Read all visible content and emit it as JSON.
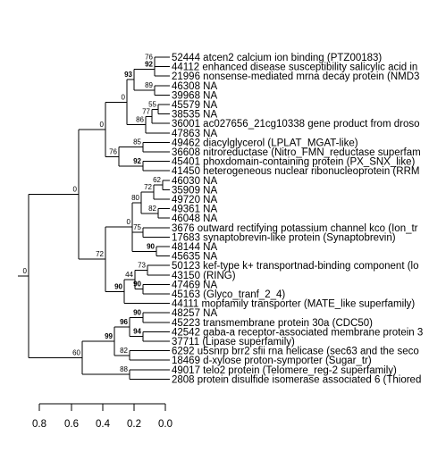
{
  "leaves": [
    "52444 atcen2 calcium ion binding (PTZ00183)",
    "44112 enhanced disease susceptibility salicylic acid in",
    "21996 nonsense-mediated mrna decay protein (NMD3",
    "46308 NA",
    "39968 NA",
    "45579 NA",
    "38535 NA",
    "36001 ac027656_21cg10338 gene product from droso",
    "47863 NA",
    "49462 diacylglycerol (LPLAT_MGAT-like)",
    "36608 nitroreductase (Nitro_FMN_reductase superfam",
    "45401 phoxdomain-containing protein (PX_SNX_like)",
    "41450 heterogeneous nuclear ribonucleoprotein (RRM",
    "46030 NA",
    "35909 NA",
    "49720 NA",
    "49361 NA",
    "46048 NA",
    "3676 outward rectifying potassium channel kco (Ion_tr",
    "17683 synaptobrevin-like protein (Synaptobrevin)",
    "48144 NA",
    "45635 NA",
    "50123 kef-type k+ transportnad-binding component (lo",
    "43150 (RING)",
    "47469 NA",
    "45163 (Glyco_tranf_2_4)",
    "44111 mopfamily transporter (MATE_like superfamily)",
    "48257 NA",
    "45223 transmembrane protein 30a (CDC50)",
    "42542 gaba-a receptor-associated membrane protein 3",
    "37711 (Lipase superfamily)",
    "6292 u5snrp brr2 sfii rna helicase (sec63 and the seco",
    "18469 d-xylose proton-symporter (Sugar_tr)",
    "49017 telo2 protein (Telomere_reg-2 superfamily)",
    "2808 protein disulfide isomerase associated 6 (Thiored"
  ],
  "bootstrap": [
    {
      "value": "76",
      "bold": false
    },
    {
      "value": "92",
      "bold": true
    },
    {
      "value": "93",
      "bold": true
    },
    {
      "value": "89",
      "bold": false
    },
    {
      "value": "55",
      "bold": false
    },
    {
      "value": "77",
      "bold": false
    },
    {
      "value": "86",
      "bold": false
    },
    {
      "value": "0",
      "bold": false
    },
    {
      "value": "0",
      "bold": false
    },
    {
      "value": "85",
      "bold": false
    },
    {
      "value": "92",
      "bold": true
    },
    {
      "value": "76",
      "bold": false
    },
    {
      "value": "62",
      "bold": false
    },
    {
      "value": "72",
      "bold": false
    },
    {
      "value": "82",
      "bold": false
    },
    {
      "value": "80",
      "bold": false
    },
    {
      "value": "75",
      "bold": false
    },
    {
      "value": "90",
      "bold": true
    },
    {
      "value": "0",
      "bold": false
    },
    {
      "value": "73",
      "bold": false
    },
    {
      "value": "44",
      "bold": false
    },
    {
      "value": "90",
      "bold": true
    },
    {
      "value": "72",
      "bold": false
    },
    {
      "value": "0",
      "bold": false
    },
    {
      "value": "0",
      "bold": false
    },
    {
      "value": "90",
      "bold": true
    },
    {
      "value": "96",
      "bold": true
    },
    {
      "value": "94",
      "bold": true
    },
    {
      "value": "99",
      "bold": true
    },
    {
      "value": "82",
      "bold": false
    },
    {
      "value": "88",
      "bold": false
    },
    {
      "value": "60",
      "bold": false
    }
  ],
  "axis": {
    "ticks": [
      "0.8",
      "0.6",
      "0.4",
      "0.2",
      "0.0"
    ]
  }
}
